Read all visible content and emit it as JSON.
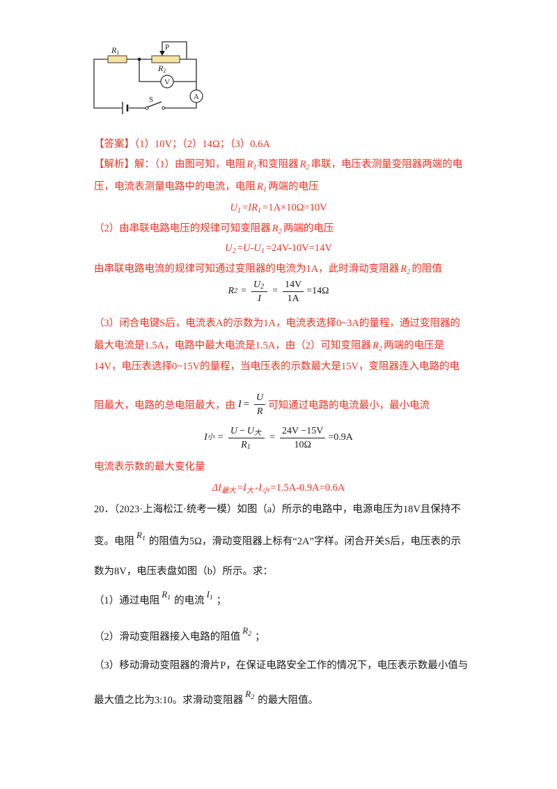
{
  "figure": {
    "r1_label": "R",
    "r1_sub": "1",
    "p_label": "P",
    "r2_label": "R",
    "r2_sub": "2",
    "voltmeter_label": "V",
    "ammeter_label": "A",
    "switch_label": "S"
  },
  "colors": {
    "analysis_red": "#eb3223",
    "text": "#1a1a1a",
    "resistor_fill": "#f4e3a1"
  },
  "answer": "【答案】（1）10V；（2）14Ω；（3）0.6A",
  "analysis": {
    "a1": [
      "【解析】解：（1）由图可知，电阻",
      "R",
      "1",
      "和变阻器",
      "R",
      "2",
      "串联，电压表测量变阻器两端的电"
    ],
    "a2": [
      "压，电流表测量电路中的电流，电阻",
      "R",
      "1",
      "两端的电压"
    ],
    "f1": [
      "U",
      "1",
      "=",
      "IR",
      "1",
      "=1A×10Ω=10V"
    ],
    "a3": [
      "（2）由串联电路电压的规律可知变阻器",
      "R",
      "2",
      "两端的电压"
    ],
    "f2": [
      "U",
      "2",
      "=",
      "U",
      "-",
      "U",
      "1",
      "=24V-10V=14V"
    ],
    "a4": [
      "由串联电路电流的规律可知通过变阻器的电流为1A，此时滑动变阻器",
      "R",
      "2",
      "的阻值"
    ],
    "f3": {
      "lhs": "R",
      "lhs_sub": "2",
      "eq1": "=",
      "n1": "U",
      "n1_sub": "2",
      "d1": "I",
      "eq2": "=",
      "n2": "14V",
      "d2": "1A",
      "rest": "=14Ω"
    },
    "a5": "（3）闭合电键S后，电流表A的示数为1A，电流表选择0~3A的量程，通过变阻器的",
    "a6": [
      "最大电流是1.5A，电路中最大电流是1.5A，由（2）可知变阻器",
      "R",
      "2",
      "两端的电压是"
    ],
    "a7": "14V，电压表选择0~15V的量程，当电压表的示数最大是15V，变阻器连入电路的电",
    "a8": {
      "pre": "阻最大，电路的总电阻最大，由",
      "var": "I",
      "eq": "=",
      "num": "U",
      "den": "R",
      "post": "可知通过电路的电流最小，最小电流"
    },
    "f4": {
      "lhs": "I",
      "lhs_sub": "小",
      "eq1": "=",
      "n1a": "U",
      "minus": "−",
      "n1b": "U",
      "n1b_sub": "大",
      "d1": "R",
      "d1_sub": "1",
      "eq2": "=",
      "n2": "24V −15V",
      "d2": "10Ω",
      "rest": "=0.9A"
    },
    "a9": "电流表示数的最大变化量",
    "f5": [
      "Δ",
      "I",
      "最大",
      "=",
      "I",
      "大",
      "-",
      "I",
      "小",
      "=1.5A-0.9A=0.6A"
    ]
  },
  "question": {
    "q1": "20．（2023·上海松江·统考一模）如图（a）所示的电路中，电源电压为18V且保持不",
    "q2": [
      "变。电阻",
      "R",
      "1",
      "的阻值为5Ω，滑动变阻器上标有“2A”字样。闭合开关S后，电压表的示"
    ],
    "q3": "数为8V，电压表盘如图（b）所示。求：",
    "q4": [
      "（1）通过电阻",
      "R",
      "1",
      "的电流",
      "I",
      "1",
      "；"
    ],
    "q5": [
      "（2）滑动变阻器接入电路的阻值",
      "R",
      "2",
      "；"
    ],
    "q6": "（3）移动滑动变阻器的滑片P，在保证电路安全工作的情况下，电压表示数最小值与",
    "q7": [
      "最大值之比为3:10。求滑动变阻器",
      "R",
      "2",
      "的最大阻值。"
    ]
  }
}
